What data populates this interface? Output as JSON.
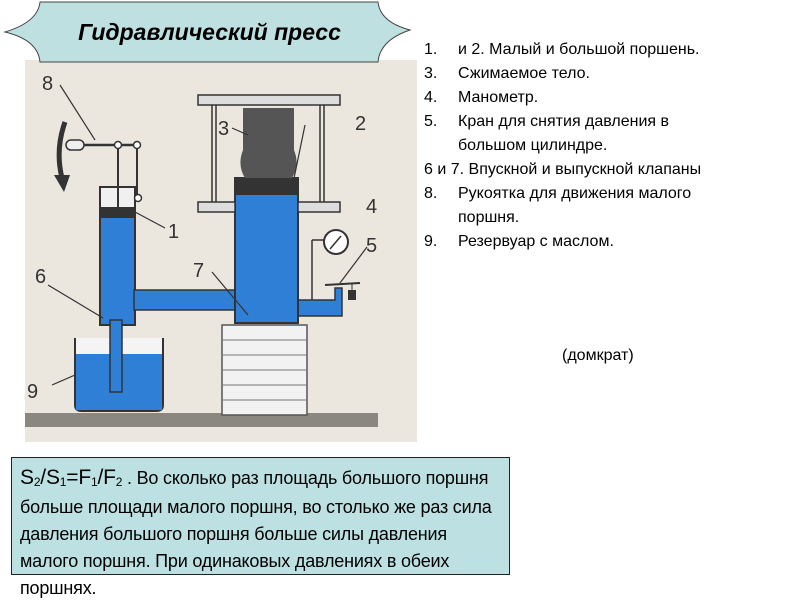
{
  "title": "Гидравлический пресс",
  "legend": [
    {
      "num": "1.",
      "text": "и 2. Малый и большой поршень."
    },
    {
      "num": "3.",
      "text": "Сжимаемое тело."
    },
    {
      "num": "4.",
      "text": "Манометр."
    },
    {
      "num": "5.",
      "text": "Кран для снятия давления в"
    },
    {
      "num": "",
      "text": "большом цилиндре."
    },
    {
      "num": "",
      "text": "6 и 7. Впускной и выпускной клапаны"
    },
    {
      "num": "8.",
      "text": "Рукоятка для движения малого"
    },
    {
      "num": "",
      "text": "поршня."
    },
    {
      "num": "9.",
      "text": "Резервуар с маслом."
    }
  ],
  "note": "(домкрат)",
  "diagram_labels": [
    "1",
    "2",
    "3",
    "4",
    "5",
    "6",
    "7",
    "8",
    "9"
  ],
  "formula": {
    "s2": "S",
    "s2_sub": "2",
    "slash1": "/",
    "s1": "S",
    "s1_sub": "1",
    "eq": "=",
    "f1": "F",
    "f1_sub": "1",
    "slash2": "/",
    "f2": "F",
    "f2_sub": "2",
    "text": " . Во сколько раз площадь большого поршня больше площади малого поршня, во столько же раз сила давления большого поршня больше  силы давления малого поршня. При одинаковых давлениях в обеих поршнях."
  },
  "colors": {
    "oil": "#2f7fd6",
    "banner": "#bfe0e0",
    "box": "#bde0e2",
    "paper": "#ebe7df"
  }
}
